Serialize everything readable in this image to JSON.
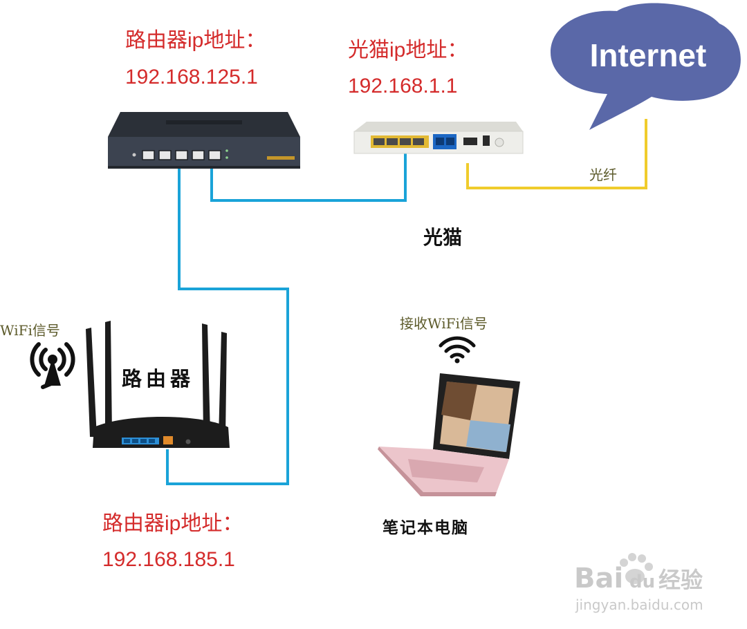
{
  "labels": {
    "top_router_ip_label": "路由器ip地址：",
    "top_router_ip": "192.168.125.1",
    "modem_ip_label": "光猫ip地址：",
    "modem_ip": "192.168.1.1",
    "internet": "Internet",
    "fiber": "光纤",
    "modem_name": "光猫",
    "wifi_signal": "WiFi信号",
    "router_name": "路由器",
    "receive_wifi": "接收WiFi信号",
    "laptop_name": "笔记本电脑",
    "bottom_router_ip_label": "路由器ip地址：",
    "bottom_router_ip": "192.168.185.1"
  },
  "watermark": {
    "brand_a": "Bai",
    "brand_b": "du",
    "brand_c": "经验",
    "url": "jingyan.baidu.com"
  },
  "colors": {
    "ip_text": "#d42b2b",
    "ethernet_cable": "#1aa3d8",
    "fiber_cable": "#f0cc2c",
    "cloud": "#5a68a8",
    "router_body": "#3c4350",
    "modem_body": "#eeeeea"
  },
  "icons": {
    "cloud": "cloud-icon",
    "antenna": "signal-tower-icon",
    "wifi": "wifi-icon",
    "watermark_paw": "paw-icon"
  }
}
